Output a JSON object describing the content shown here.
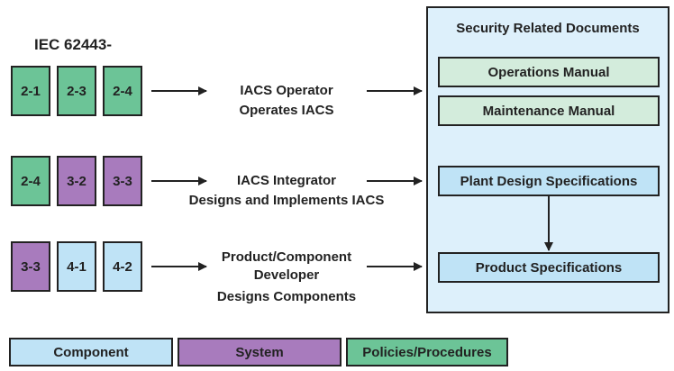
{
  "title": "IEC 62443-",
  "rows": [
    {
      "standards": [
        {
          "label": "2-1",
          "category": "policies"
        },
        {
          "label": "2-3",
          "category": "policies"
        },
        {
          "label": "2-4",
          "category": "policies"
        }
      ],
      "role_lines": [
        "IACS Operator",
        "Operates IACS"
      ]
    },
    {
      "standards": [
        {
          "label": "2-4",
          "category": "policies"
        },
        {
          "label": "3-2",
          "category": "system"
        },
        {
          "label": "3-3",
          "category": "system"
        }
      ],
      "role_lines": [
        "IACS Integrator",
        "Designs and Implements IACS"
      ]
    },
    {
      "standards": [
        {
          "label": "3-3",
          "category": "system"
        },
        {
          "label": "4-1",
          "category": "component"
        },
        {
          "label": "4-2",
          "category": "component"
        }
      ],
      "role_lines": [
        "Product/Component",
        "Developer",
        "Designs Components"
      ]
    }
  ],
  "documents": {
    "title": "Security Related Documents",
    "items": [
      "Operations Manual",
      "Maintenance Manual",
      "Plant Design Specifications",
      "Product Specifications"
    ]
  },
  "legend": [
    "Component",
    "System",
    "Policies/Procedures"
  ],
  "colors": {
    "policies": "#6cc497",
    "system": "#a87bbd",
    "component": "#bfe3f6",
    "panel": "#ddf0fb"
  }
}
